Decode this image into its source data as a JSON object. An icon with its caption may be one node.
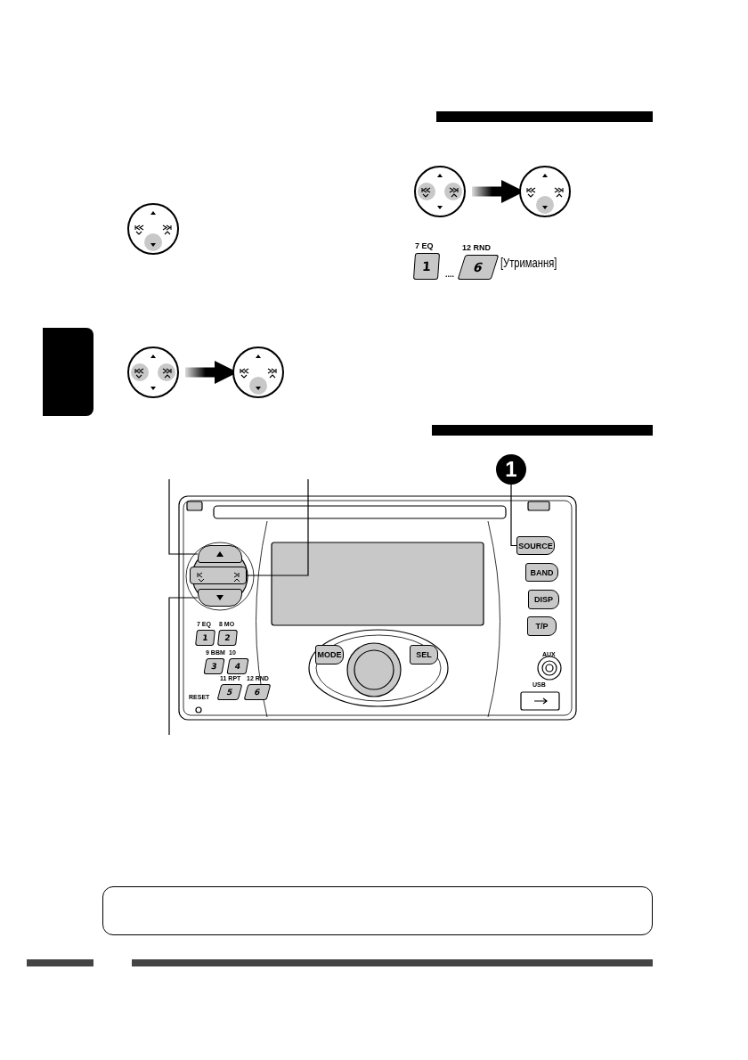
{
  "diagram": {
    "nodes": [
      {
        "text": [],
        "shape": "circle"
      },
      {
        "text": [],
        "shape": "circle"
      },
      {
        "text": [],
        "shape": "circle"
      },
      {
        "text": [],
        "shape": "circle"
      },
      {
        "text": [],
        "shape": "circle"
      },
      {
        "text": [
          "1"
        ],
        "beside": [
          "7 EQ"
        ]
      },
      {
        "text": [
          "6"
        ],
        "beside": [
          "12 RND",
          "[Утримання]"
        ]
      },
      {
        "text": [
          "1"
        ]
      },
      {
        "text": [],
        "shape": "button"
      },
      {
        "text": [],
        "shape": "button"
      },
      {
        "text": [],
        "shape": "button"
      },
      {
        "text": [
          "SOURCE"
        ]
      },
      {
        "text": [
          "BAND"
        ]
      },
      {
        "text": [
          "DISP"
        ]
      },
      {
        "text": [
          "T/P"
        ]
      },
      {
        "text": [
          "1"
        ],
        "beside": [
          "7 EQ"
        ]
      },
      {
        "text": [
          "2"
        ],
        "beside": [
          "8 MO"
        ]
      },
      {
        "text": [
          "3"
        ],
        "beside": [
          "9 BBM"
        ]
      },
      {
        "text": [
          "4"
        ],
        "beside": [
          "10"
        ]
      },
      {
        "text": [
          "5"
        ],
        "beside": [
          "11 RPT"
        ]
      },
      {
        "text": [
          "6"
        ],
        "beside": [
          "12 RND"
        ]
      },
      {
        "text": [
          "MODE"
        ]
      },
      {
        "text": [
          "SEL"
        ]
      },
      {
        "text": [],
        "shape": "box"
      }
    ],
    "edges": [
      {
        "from": 1,
        "to": 2,
        "arrow": "to",
        "style": "thick"
      },
      {
        "from": 3,
        "to": 4,
        "arrow": "to",
        "style": "thick"
      },
      {
        "from": null,
        "to": 8,
        "arrow": "none"
      },
      {
        "from": null,
        "to": 9,
        "arrow": "none"
      },
      {
        "from": null,
        "to": 10,
        "arrow": "none"
      },
      {
        "from": 7,
        "to": 11,
        "arrow": "none"
      }
    ],
    "labels": [
      "....",
      "AUX",
      "USB",
      "RESET"
    ]
  }
}
